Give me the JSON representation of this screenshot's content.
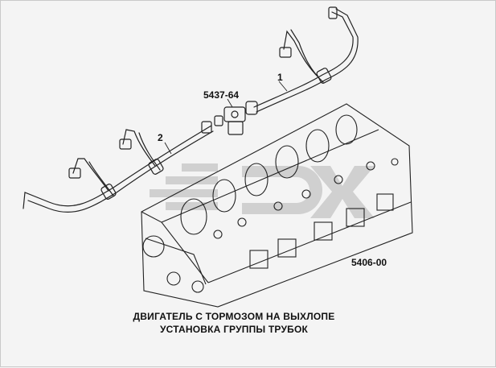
{
  "labels": {
    "part_left": "5437-64",
    "part_right": "5406-00",
    "callout_1": "1",
    "callout_2": "2"
  },
  "caption": {
    "line1": "ДВИГАТЕЛЬ С ТОРМОЗОМ НА ВЫХЛОПЕ",
    "line2": "УСТАНОВКА ГРУППЫ ТРУБОК"
  },
  "colors": {
    "line": "#222222",
    "watermark": "#b8b8b8",
    "background": "#f4f4f4"
  }
}
